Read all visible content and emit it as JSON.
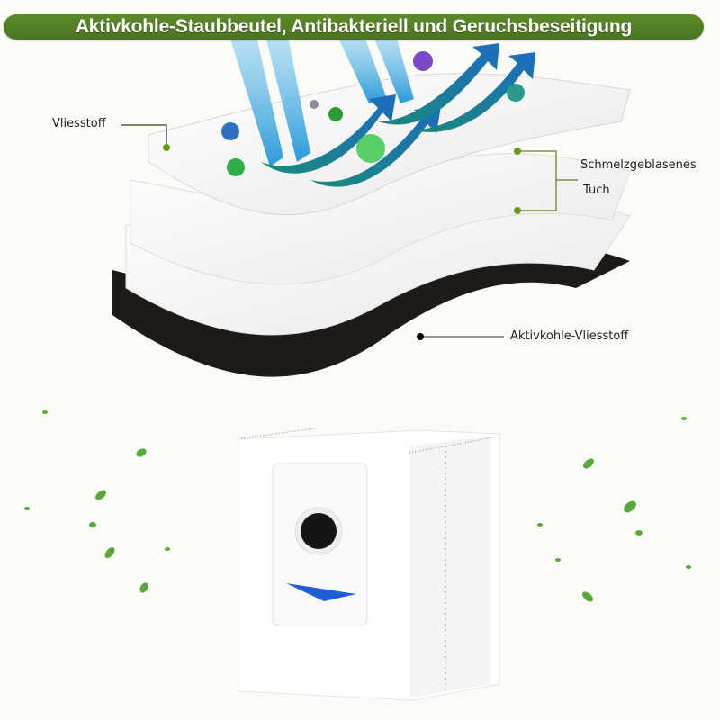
{
  "banner": {
    "title": "Aktivkohle-Staubbeutel, Antibakteriell und Geruchsbeseitigung",
    "color": "#55802a"
  },
  "layers": {
    "label_1": "Vliesstoff",
    "label_2_line1": "Schmelzgeblasenes",
    "label_2_line2": "Tuch",
    "label_3": "Aktivkohle-Vliesstoff",
    "callout_color": "#6b8e1e"
  },
  "product": {
    "name": "dust-bag",
    "accent_color": "#1f5fd6"
  }
}
